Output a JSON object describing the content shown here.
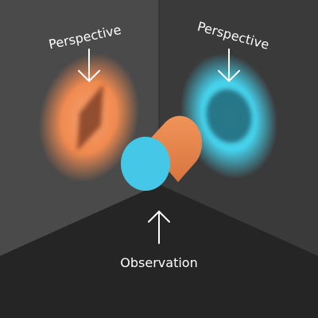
{
  "labels": {
    "left_wall": "Perspective",
    "right_wall": "Perspective",
    "floor": "Observation"
  },
  "colors": {
    "background": "#242424",
    "left_wall": "#4a4a4a",
    "right_wall": "#393939",
    "floor": "#252525",
    "orange_glow": "#f08a50",
    "orange_shadow": "#7a3a20",
    "cyan_glow": "#45d0ea",
    "cyan_shadow": "#1f6070",
    "cylinder_body": "#e8854a",
    "cylinder_face": "#45c8e8",
    "arrow": "#ffffff",
    "text": "#ffffff"
  },
  "icons": [
    "down-arrow-icon",
    "down-arrow-icon",
    "up-arrow-icon"
  ]
}
